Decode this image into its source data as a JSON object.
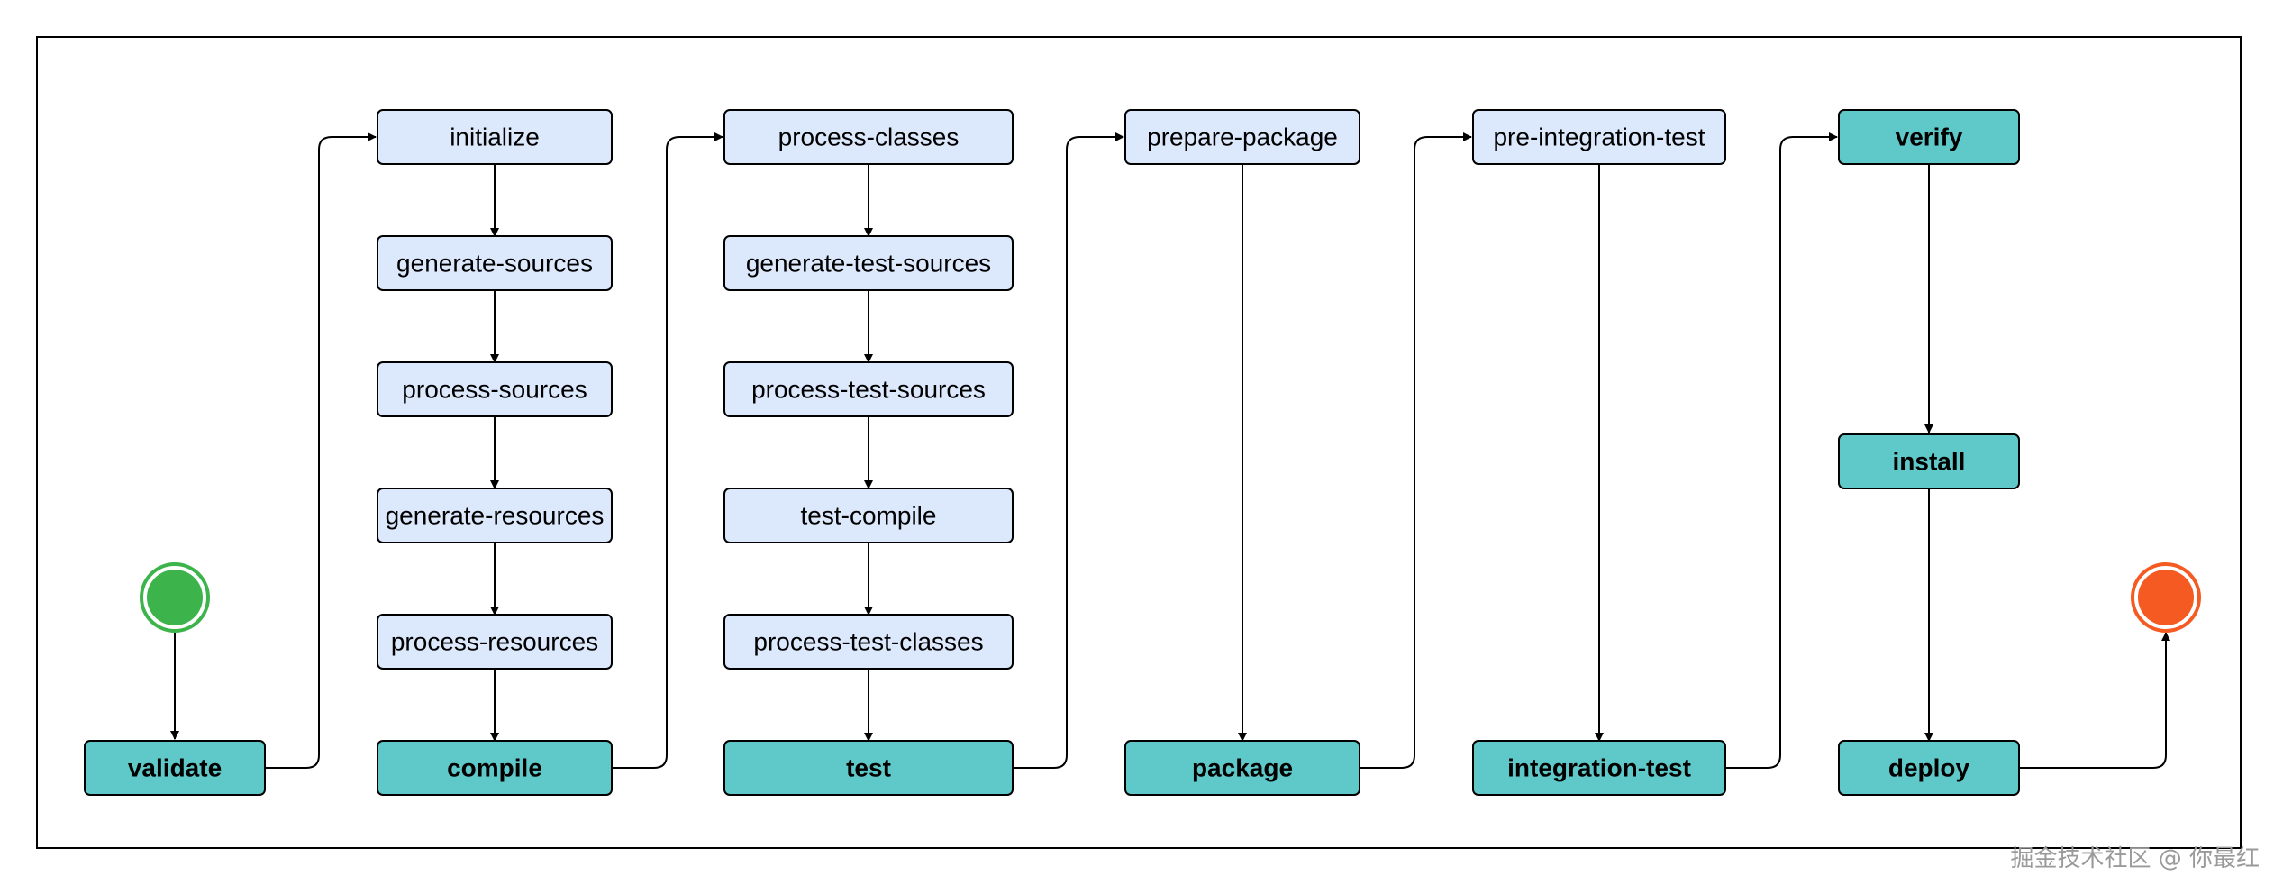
{
  "colors": {
    "phase_fill": "#5fc8c8",
    "step_fill": "#dce8fc",
    "stroke": "#000000",
    "start": "#3cb44b",
    "end": "#f55a22"
  },
  "nodes": {
    "validate": "validate",
    "initialize": "initialize",
    "generate_sources": "generate-sources",
    "process_sources": "process-sources",
    "generate_resources": "generate-resources",
    "process_resources": "process-resources",
    "compile": "compile",
    "process_classes": "process-classes",
    "generate_test_sources": "generate-test-sources",
    "process_test_sources": "process-test-sources",
    "test_compile": "test-compile",
    "process_test_classes": "process-test-classes",
    "test": "test",
    "prepare_package": "prepare-package",
    "package": "package",
    "pre_integration_test": "pre-integration-test",
    "integration_test": "integration-test",
    "verify": "verify",
    "install": "install",
    "deploy": "deploy"
  },
  "watermark": "掘金技术社区 @ 你最红"
}
